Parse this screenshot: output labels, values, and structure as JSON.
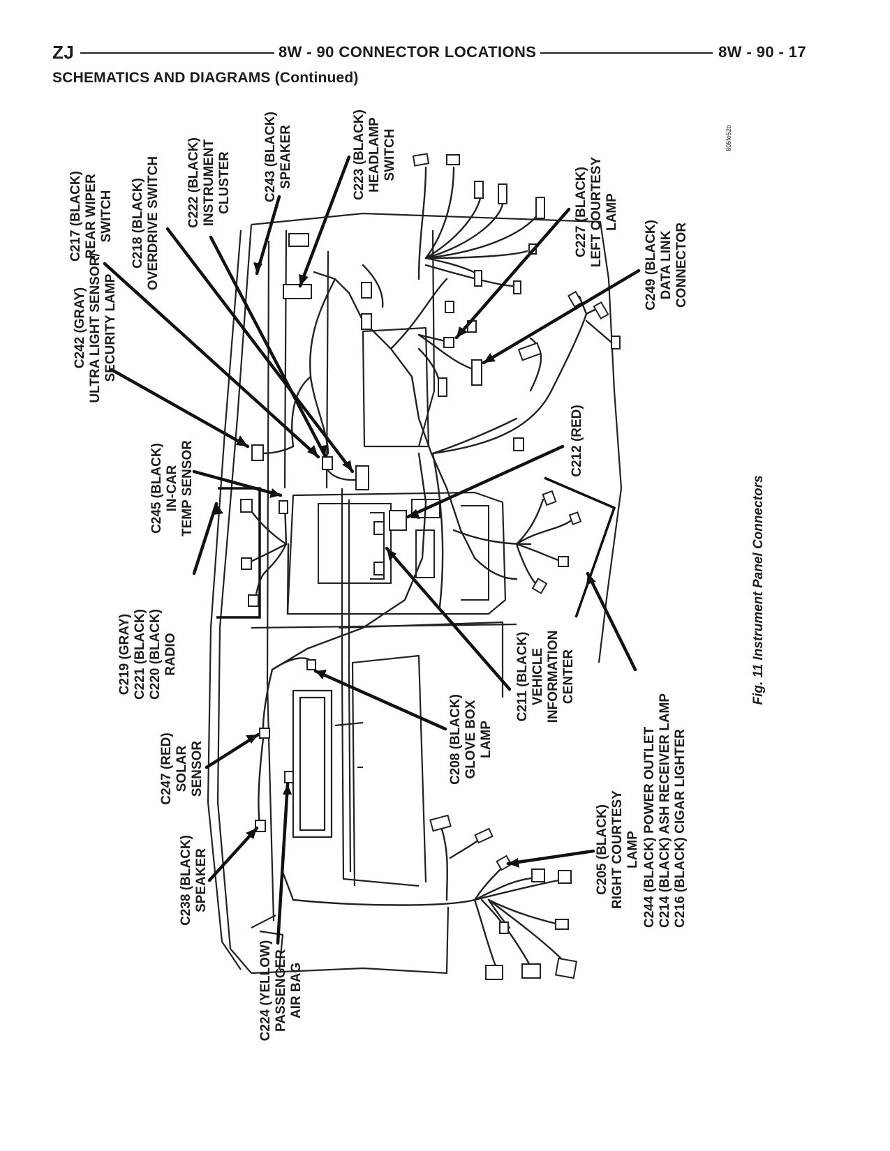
{
  "header": {
    "left": "ZJ",
    "center": "8W - 90 CONNECTOR LOCATIONS",
    "right": "8W - 90 - 17"
  },
  "section_title": "SCHEMATICS AND DIAGRAMS (Continued)",
  "figure_code": "805fe52b",
  "caption": "Fig. 11 Instrument Panel Connectors",
  "callouts": {
    "c242": [
      "C242 (GRAY)",
      "ULTRA LIGHT SENSOR/",
      "SECURITY LAMP"
    ],
    "c217": [
      "C217 (BLACK)",
      "REAR WIPER",
      "SWITCH"
    ],
    "c218": [
      "C218 (BLACK)",
      "OVERDRIVE SWITCH"
    ],
    "c222": [
      "C222 (BLACK)",
      "INSTRUMENT",
      "CLUSTER"
    ],
    "c243": [
      "C243 (BLACK)",
      "SPEAKER"
    ],
    "c223": [
      "C223 (BLACK)",
      "HEADLAMP",
      "SWITCH"
    ],
    "c227": [
      "C227 (BLACK)",
      "LEFT COURTESY",
      "LAMP"
    ],
    "c249": [
      "C249 (BLACK)",
      "DATA LINK",
      "CONNECTOR"
    ],
    "c245": [
      "C245 (BLACK)",
      "IN-CAR",
      "TEMP SENSOR"
    ],
    "c212": [
      "C212 (RED)"
    ],
    "c219": [
      "C219 (GRAY)",
      "C221 (BLACK)",
      "C220 (BLACK)",
      "RADIO"
    ],
    "c247": [
      "C247 (RED)",
      "SOLAR",
      "SENSOR"
    ],
    "c208": [
      "C208 (BLACK)",
      "GLOVE BOX",
      "LAMP"
    ],
    "c211": [
      "C211 (BLACK)",
      "VEHICLE",
      "INFORMATION",
      "CENTER"
    ],
    "c244": [
      "C244 (BLACK) POWER OUTLET",
      "C214 (BLACK) ASH RECEIVER LAMP",
      "C216 (BLACK) CIGAR LIGHTER"
    ],
    "c238": [
      "C238 (BLACK)",
      "SPEAKER"
    ],
    "c224": [
      "C224 (YELLOW)",
      "PASSENGER",
      "AIR BAG"
    ],
    "c205": [
      "C205 (BLACK)",
      "RIGHT COURTESY",
      "LAMP"
    ]
  }
}
